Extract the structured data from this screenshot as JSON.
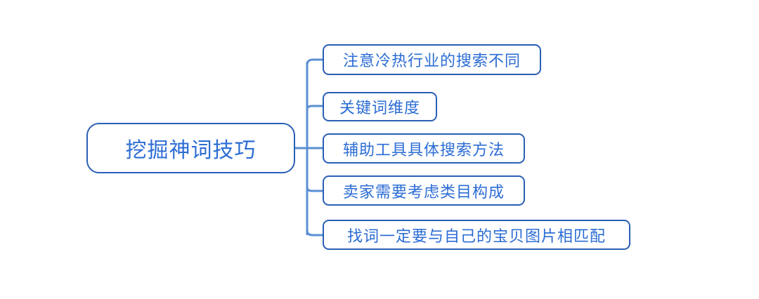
{
  "diagram": {
    "type": "mind-map",
    "orientation": "left-to-right",
    "background_color": "#ffffff",
    "border_color": "#2a5fb4",
    "text_color": "#2b6cd4",
    "connector_color": "#5b8fd4",
    "root": {
      "label": "挖掘神词技巧"
    },
    "children": [
      {
        "label": "注意冷热行业的搜索不同"
      },
      {
        "label": "关键词维度"
      },
      {
        "label": "辅助工具具体搜索方法"
      },
      {
        "label": "卖家需要考虑类目构成"
      },
      {
        "label": "找词一定要与自己的宝贝图片相匹配"
      }
    ]
  }
}
